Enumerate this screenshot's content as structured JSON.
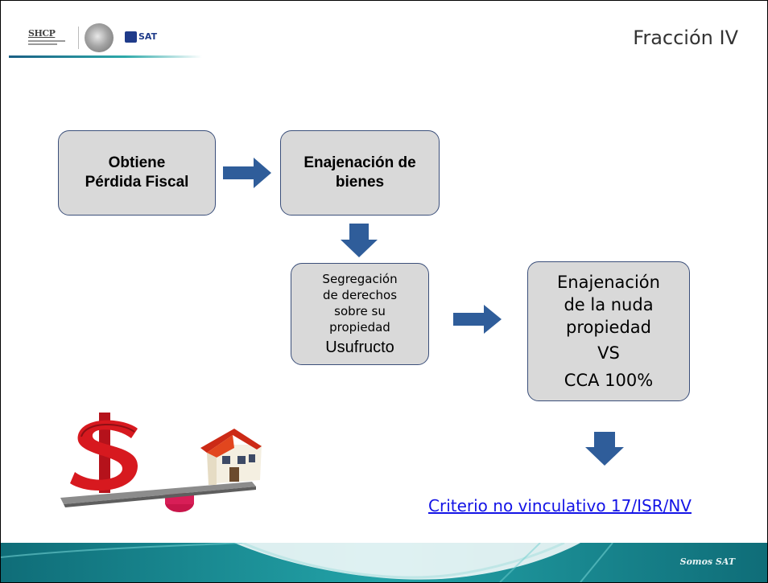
{
  "header": {
    "shcp_logo_text": "SHCP",
    "sat_logo_text": "SAT",
    "title": "Fracción IV"
  },
  "flow": {
    "box1": {
      "line1": "Obtiene",
      "line2": "Pérdida Fiscal"
    },
    "box2": {
      "line1": "Enajenación de",
      "line2": "bienes"
    },
    "box3": {
      "line1": "Segregación",
      "line2": "de derechos",
      "line3": "sobre su",
      "line4": "propiedad",
      "highlight": "Usufructo"
    },
    "box4": {
      "line1": "Enajenación",
      "line2": "de la nuda",
      "line3": "propiedad",
      "vs": "VS",
      "cca": "CCA 100%"
    }
  },
  "link": {
    "text": "Criterio no vinculativo 17/ISR/NV"
  },
  "footer": {
    "brand": "Somos SAT"
  },
  "colors": {
    "arrow": "#2f5d9a",
    "box_fill": "#d9d9d9",
    "box_border": "#3b4f7a",
    "link": "#1414e6",
    "footer_teal": "#1a8a8f"
  },
  "icons": [
    "seal-icon",
    "arrow-right-icon",
    "arrow-down-icon",
    "dollar-house-scale-illustration"
  ]
}
